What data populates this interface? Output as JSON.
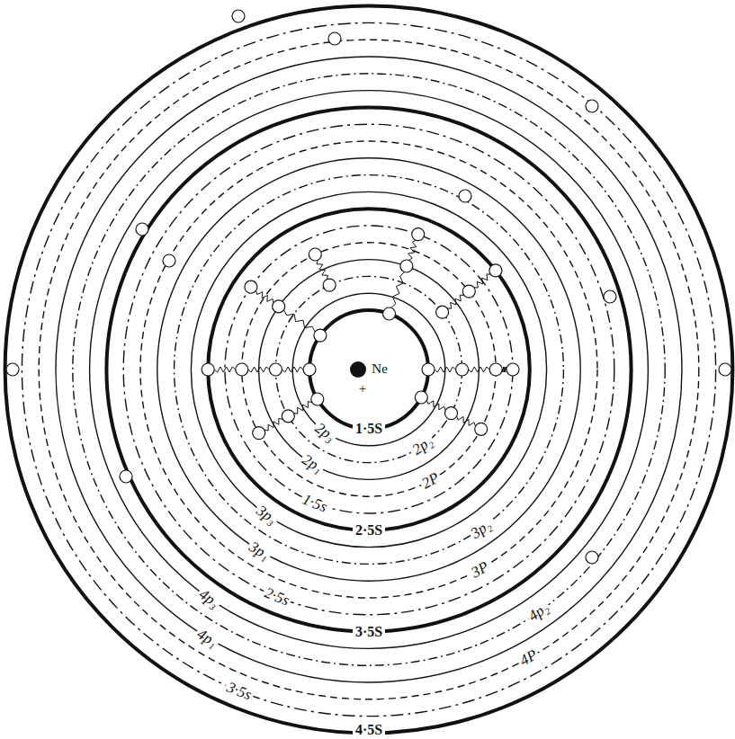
{
  "diagram": {
    "labels": [
      "Ne",
      "+",
      "1·5S",
      "2p₃",
      "2p₂",
      "2p₁",
      "2P",
      "1·5s",
      "2·5S",
      "3p₃",
      "3p₂",
      "3p₁",
      "3P",
      "2·5s",
      "3·5S",
      "4p₃",
      "4p₂",
      "4p₁",
      "4P",
      "3·5s",
      "4·5S"
    ]
  }
}
